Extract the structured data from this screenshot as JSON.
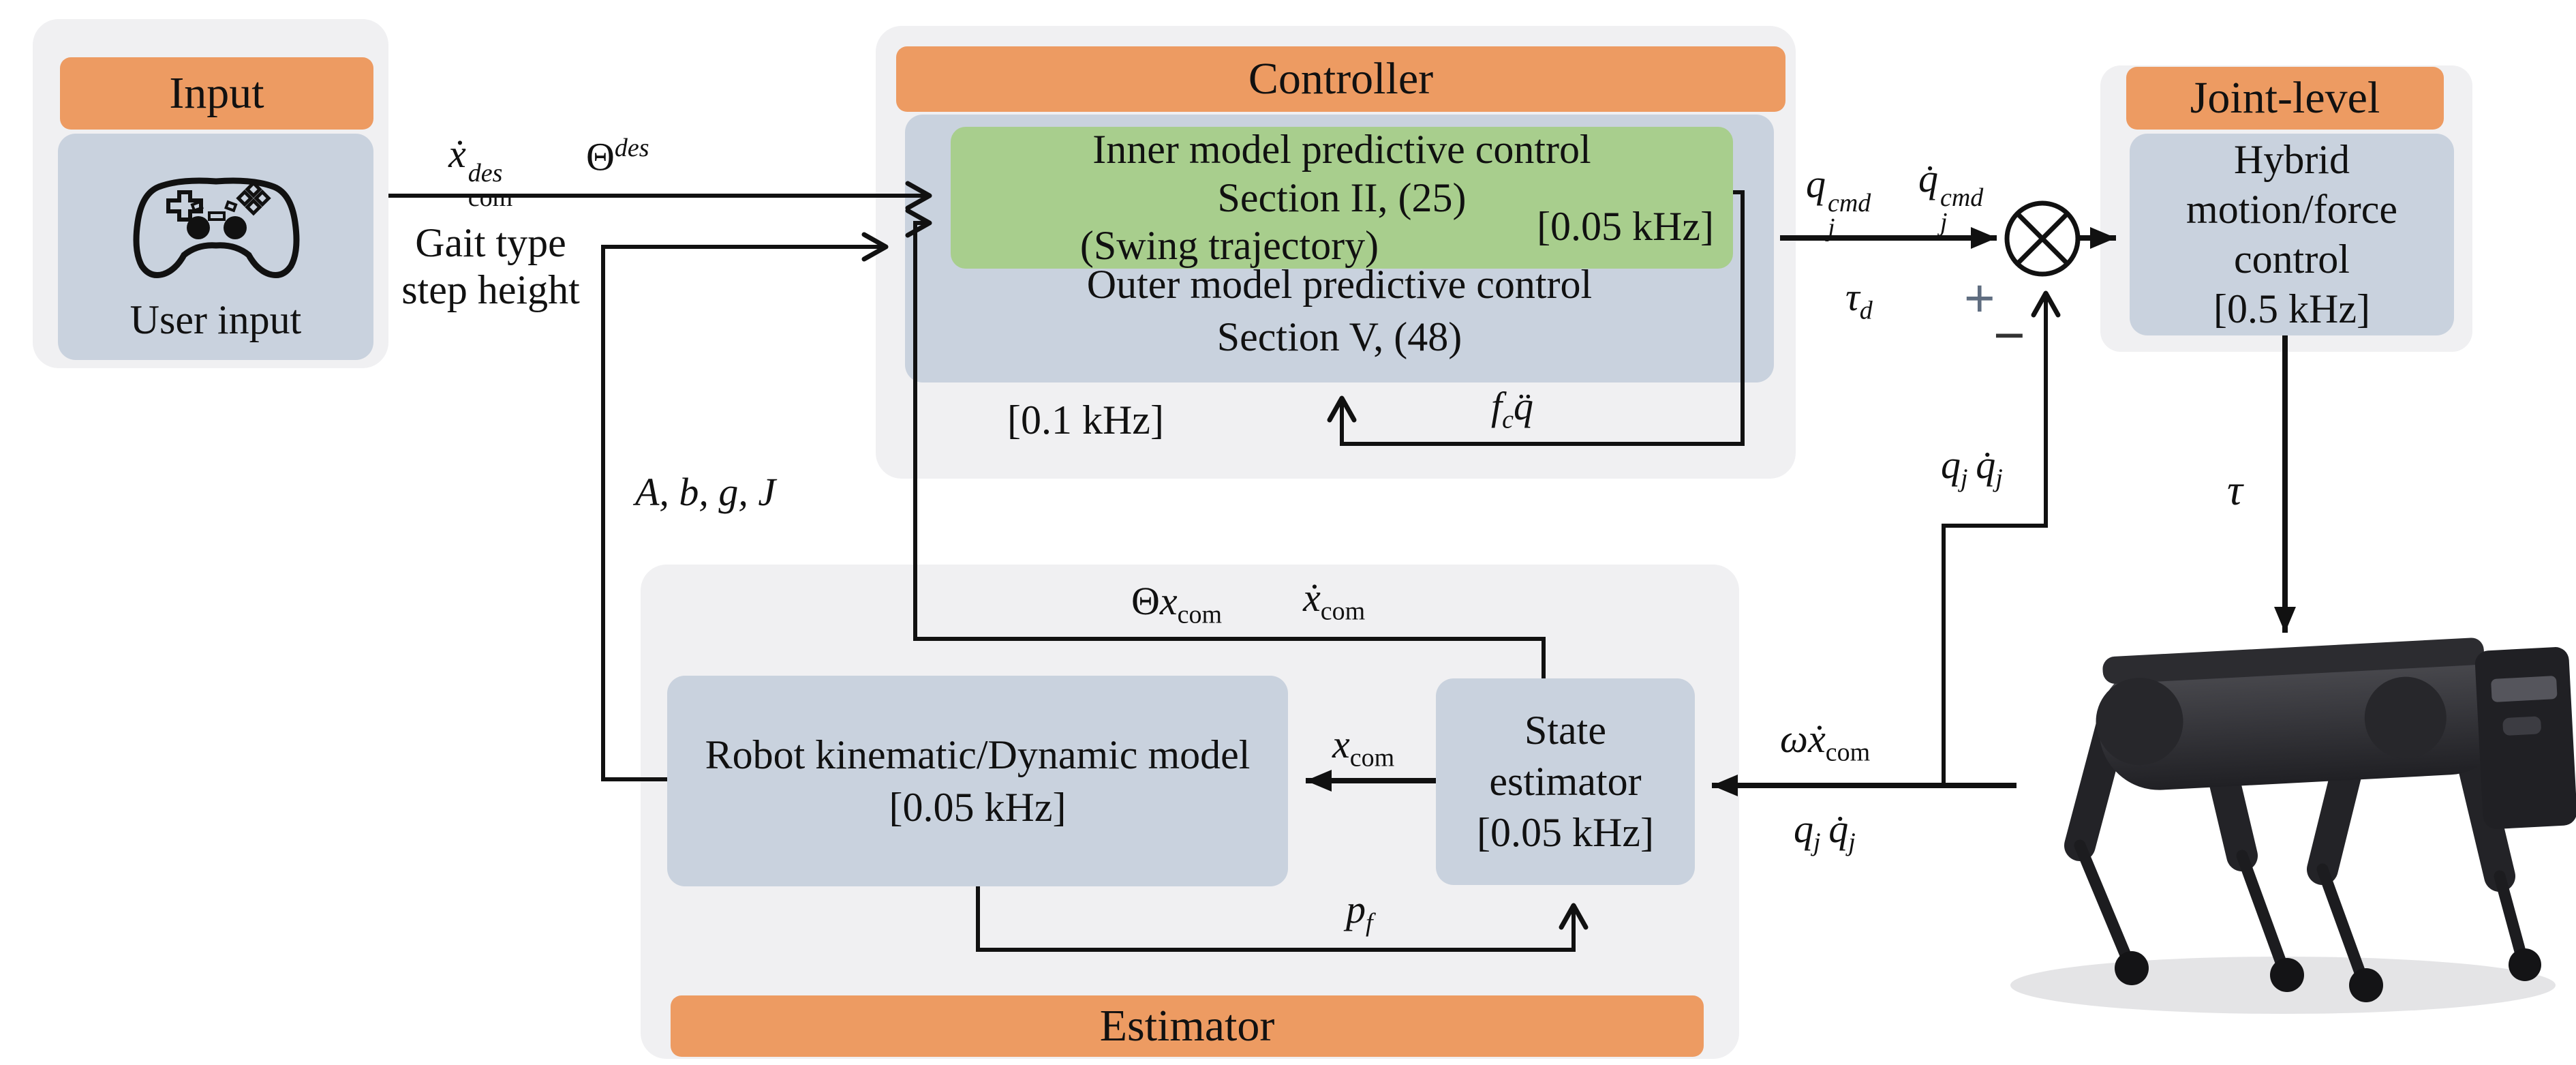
{
  "groups": {
    "input": {
      "header": "Input",
      "user_box": "User input"
    },
    "controller": {
      "header": "Controller",
      "inner_line1": "Inner model predictive control",
      "inner_line2": "Section II, (25)",
      "inner_line3": "(Swing trajectory)",
      "inner_rate": "[0.05 kHz]",
      "outer_line1": "Outer model predictive control",
      "outer_line2": "Section V, (48)",
      "outer_rate": "[0.1 kHz]"
    },
    "joint": {
      "header": "Joint-level",
      "line1": "Hybrid",
      "line2": "motion/force",
      "line3": "control",
      "rate": "[0.5 kHz]"
    },
    "estimator": {
      "header": "Estimator",
      "model_line1": "Robot kinematic/Dynamic model",
      "model_rate": "[0.05 kHz]",
      "state_line1": "State",
      "state_line2": "estimator",
      "state_rate": "[0.05 kHz]"
    }
  },
  "signals": {
    "xdot_des": {
      "base": "ẋ",
      "sup": "des",
      "sub": "com"
    },
    "theta_des": {
      "base": "Θ",
      "sup": "des"
    },
    "gait": {
      "line1": "Gait type",
      "line2": "step height"
    },
    "abgj": "A, b, g, J",
    "theta_xcom": {
      "t": "Θ",
      "x": "x",
      "sub": "com"
    },
    "xdot_com": {
      "base": "ẋ",
      "sub": "com"
    },
    "qj_cmd": {
      "base": "q",
      "sup": "cmd",
      "sub": "j"
    },
    "qdotj_cmd": {
      "base": "q̇",
      "sup": "cmd",
      "sub": "j"
    },
    "tau_d": {
      "base": "τ",
      "sub": "d"
    },
    "plus": "+",
    "minus": "−",
    "fc": {
      "base": "f",
      "sub": "c",
      "second": "q̈"
    },
    "xcom": {
      "base": "x",
      "sub": "com"
    },
    "omega_xdot": {
      "base": "ωẋ",
      "sub": "com"
    },
    "qjqj": {
      "q1": "q",
      "s1": "j",
      "q2": "q̇",
      "s2": "j"
    },
    "pf": {
      "base": "p",
      "sub": "f"
    },
    "tau": "τ"
  },
  "colors": {
    "header_orange": "#ED9B62",
    "box_blue": "#C9D2DE",
    "box_green": "#A8CE8D",
    "group_gray": "#F0F0F2",
    "wire_black": "#111111"
  }
}
